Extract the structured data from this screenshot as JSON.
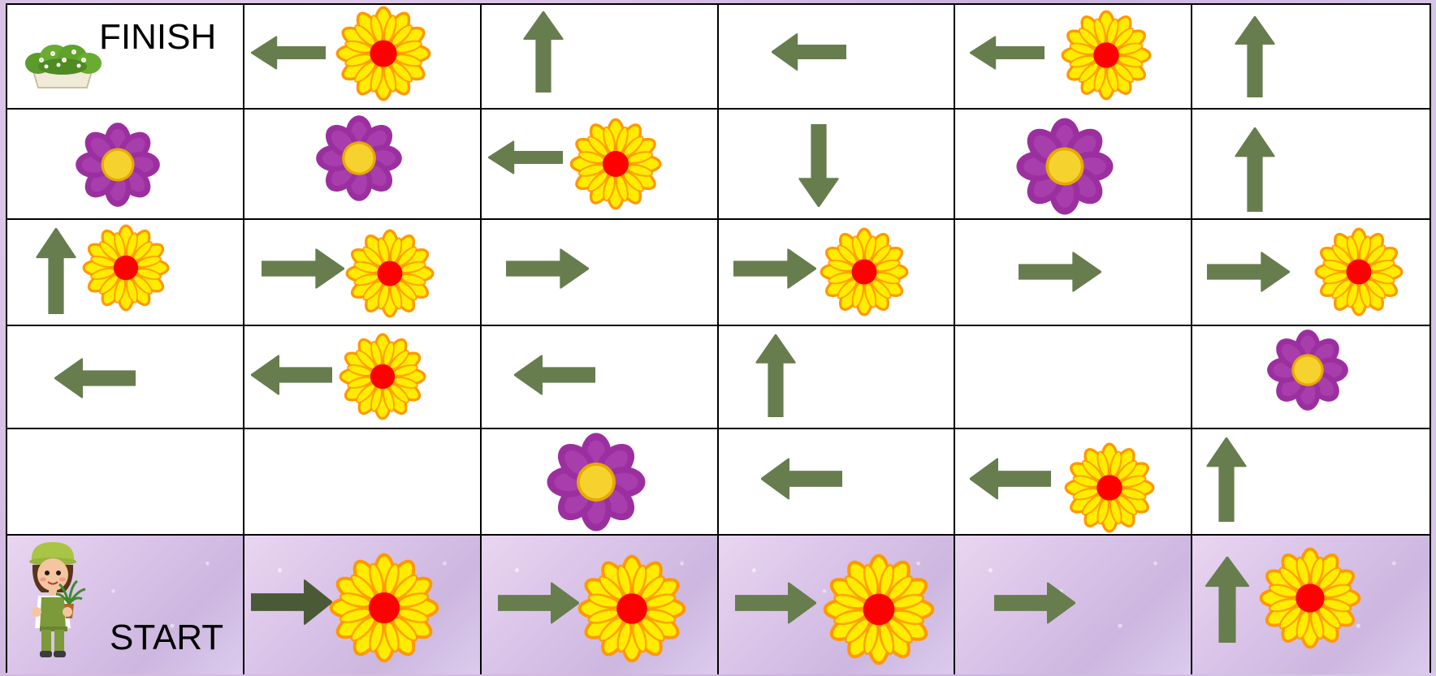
{
  "finish_label": "FINISH",
  "start_label": "START",
  "colors": {
    "arrow": "#677d4e",
    "arrow_start": "#4a5936",
    "grid_line": "#000000",
    "yellow_petal": "#ffec00",
    "yellow_petal_edge": "#ff9800",
    "red_center": "#ff0000",
    "purple_petal": "#9c2fa0",
    "purple_center": "#f6d22e"
  },
  "grid": [
    [
      {
        "arrow": null,
        "flower": null,
        "label": "finish",
        "icon": "planter-icon"
      },
      {
        "arrow": "left",
        "flower": "yellow"
      },
      {
        "arrow": "up",
        "flower": null
      },
      {
        "arrow": "left",
        "flower": null
      },
      {
        "arrow": "left",
        "flower": "yellow"
      },
      {
        "arrow": "up",
        "flower": null
      }
    ],
    [
      {
        "arrow": null,
        "flower": "purple"
      },
      {
        "arrow": null,
        "flower": "purple"
      },
      {
        "arrow": "left",
        "flower": "yellow"
      },
      {
        "arrow": "down",
        "flower": null
      },
      {
        "arrow": null,
        "flower": "purple"
      },
      {
        "arrow": "up",
        "flower": null
      }
    ],
    [
      {
        "arrow": "up",
        "flower": "yellow"
      },
      {
        "arrow": "right",
        "flower": "yellow"
      },
      {
        "arrow": "right",
        "flower": null
      },
      {
        "arrow": "right",
        "flower": "yellow"
      },
      {
        "arrow": "right",
        "flower": null
      },
      {
        "arrow": "right",
        "flower": "yellow"
      }
    ],
    [
      {
        "arrow": "left",
        "flower": null
      },
      {
        "arrow": "left",
        "flower": "yellow"
      },
      {
        "arrow": "left",
        "flower": null
      },
      {
        "arrow": "up",
        "flower": null
      },
      {
        "arrow": null,
        "flower": null
      },
      {
        "arrow": null,
        "flower": "purple"
      }
    ],
    [
      {
        "arrow": null,
        "flower": null
      },
      {
        "arrow": null,
        "flower": null
      },
      {
        "arrow": null,
        "flower": "purple"
      },
      {
        "arrow": "left",
        "flower": null
      },
      {
        "arrow": "left",
        "flower": "yellow"
      },
      {
        "arrow": "up",
        "flower": null
      }
    ],
    [
      {
        "arrow": null,
        "flower": null,
        "label": "start",
        "icon": "gardener-icon"
      },
      {
        "arrow": "right",
        "flower": "yellow"
      },
      {
        "arrow": "right",
        "flower": "yellow"
      },
      {
        "arrow": "right",
        "flower": "yellow"
      },
      {
        "arrow": "right",
        "flower": null
      },
      {
        "arrow": "up",
        "flower": "yellow"
      }
    ]
  ]
}
